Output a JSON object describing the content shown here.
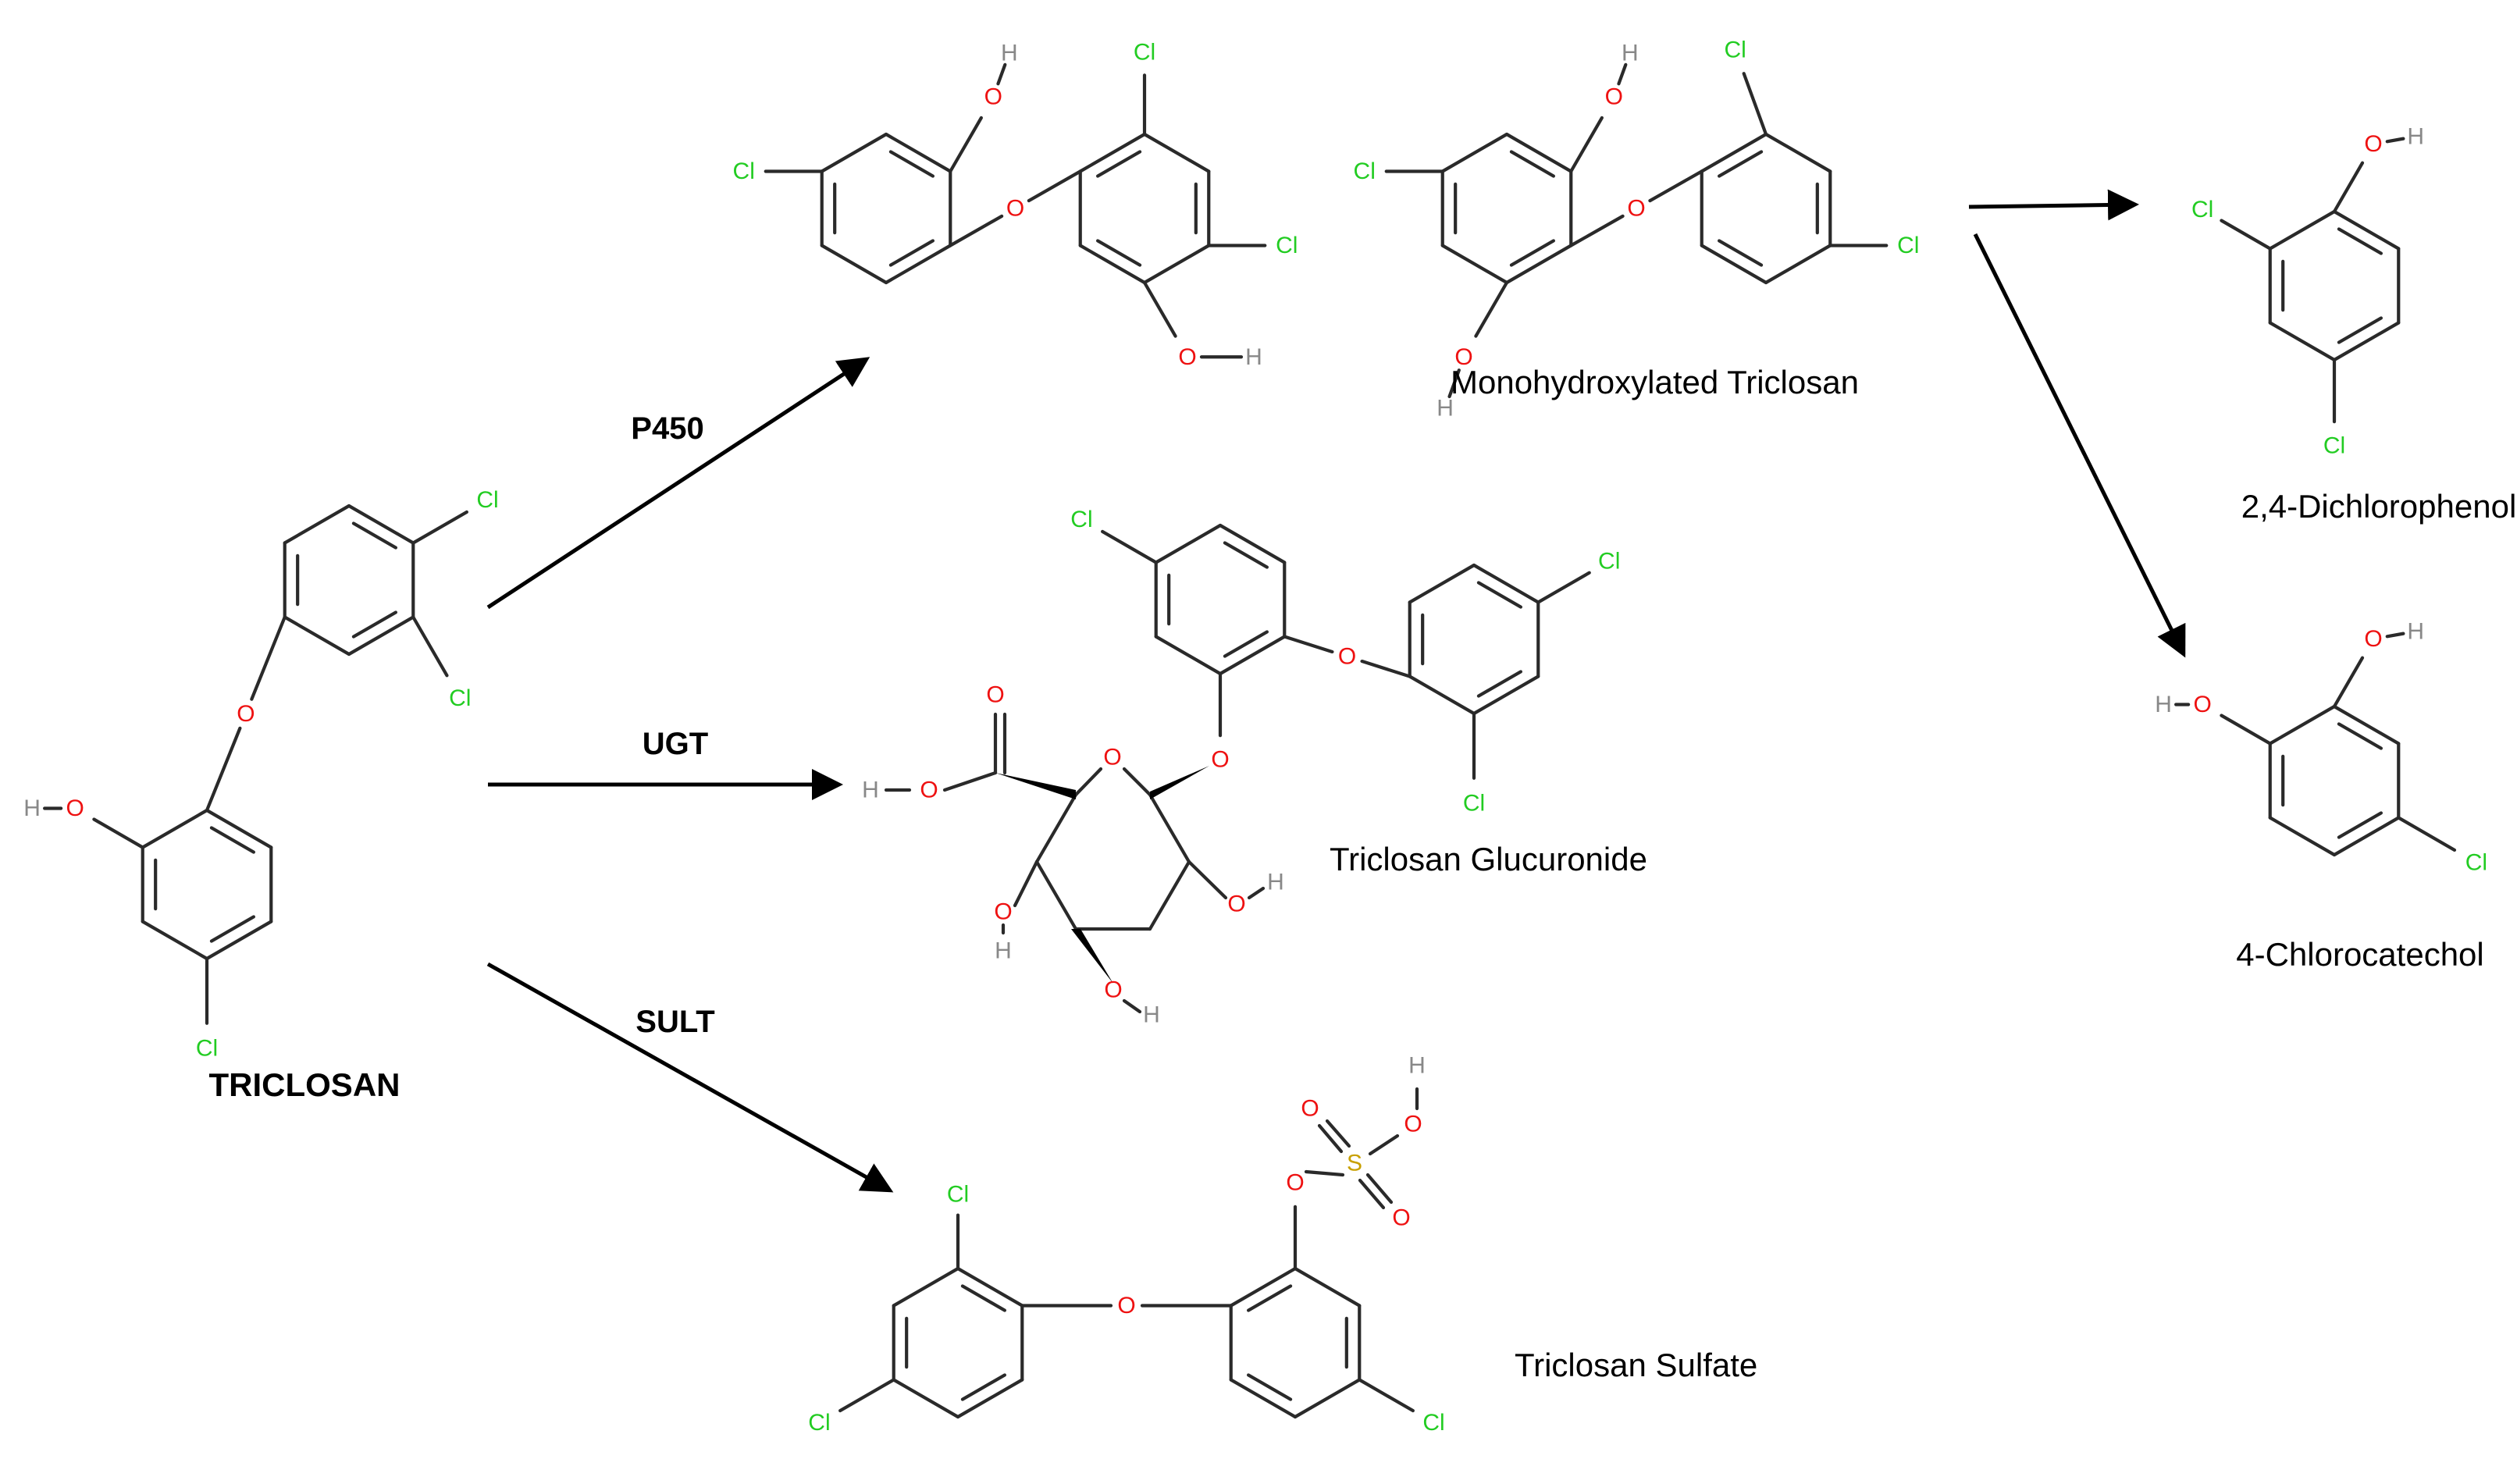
{
  "colors": {
    "chlorine": "#22cc22",
    "oxygen": "#ee1111",
    "hydrogen": "#888888",
    "sulfur": "#c8a000",
    "bond": "#2a2a2a"
  },
  "atoms": {
    "cl": "Cl",
    "o": "O",
    "h": "H",
    "s": "S"
  },
  "compounds": {
    "triclosan": "TRICLOSAN",
    "monohydroxylated": "Monohydroxylated Triclosan",
    "glucuronide": "Triclosan Glucuronide",
    "sulfate": "Triclosan Sulfate",
    "dichlorophenol": "2,4-Dichlorophenol",
    "chlorocatechol": "4-Chlorocatechol"
  },
  "enzymes": {
    "p450": "P450",
    "ugt": "UGT",
    "sult": "SULT"
  }
}
